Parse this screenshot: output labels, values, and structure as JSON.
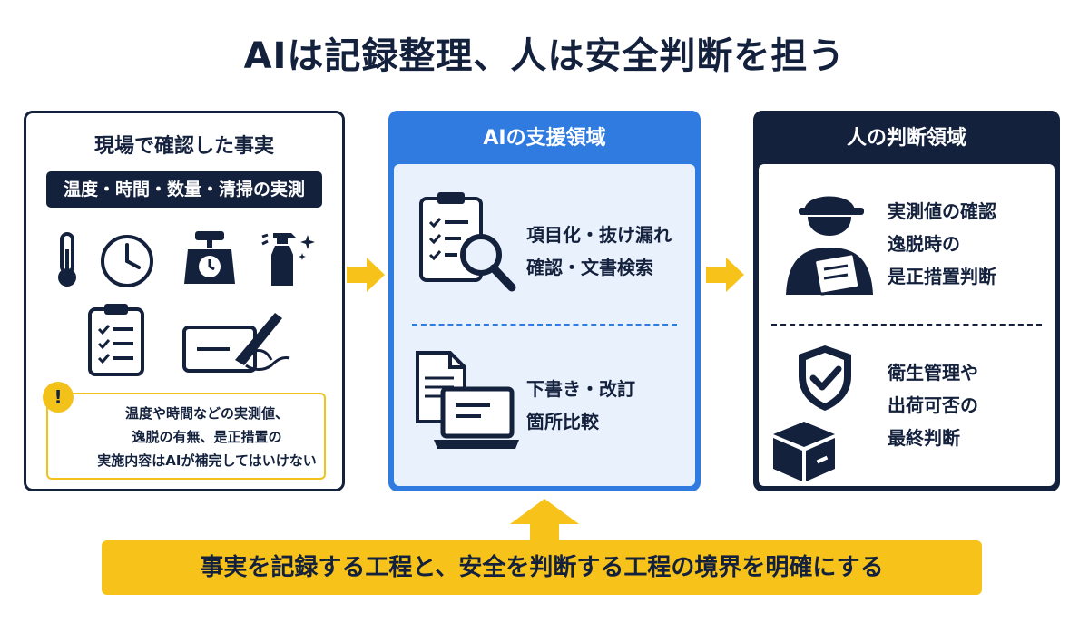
{
  "title": "AIは記録整理、人は安全判断を担う",
  "left_panel": {
    "heading": "現場で確認した事実",
    "badge": "温度・時間・数量・清掃の実測",
    "icons": [
      "thermometer-icon",
      "clock-icon",
      "scale-icon",
      "spray-bottle-icon",
      "checklist-clipboard-icon",
      "handwriting-icon"
    ],
    "warning_lines": [
      "温度や時間などの実測値、",
      "逸脱の有無、是正措置の",
      "実施内容はAIが補完してはいけない"
    ]
  },
  "middle_panel": {
    "heading": "AIの支援領域",
    "item1_lines": [
      "項目化・抜け漏れ",
      "確認・文書検索"
    ],
    "item2_lines": [
      "下書き・改訂",
      "箇所比較"
    ]
  },
  "right_panel": {
    "heading": "人の判断領域",
    "item1_lines": [
      "実測値の確認",
      "逸脱時の",
      "是正措置判断"
    ],
    "item2_lines": [
      "衛生管理や",
      "出荷可否の",
      "最終判断"
    ]
  },
  "bottom_message": "事実を記録する工程と、安全を判断する工程の境界を明確にする",
  "colors": {
    "navy": "#14213d",
    "blue": "#2f7be0",
    "light_blue": "#e9f1fc",
    "yellow": "#f7c31a"
  }
}
